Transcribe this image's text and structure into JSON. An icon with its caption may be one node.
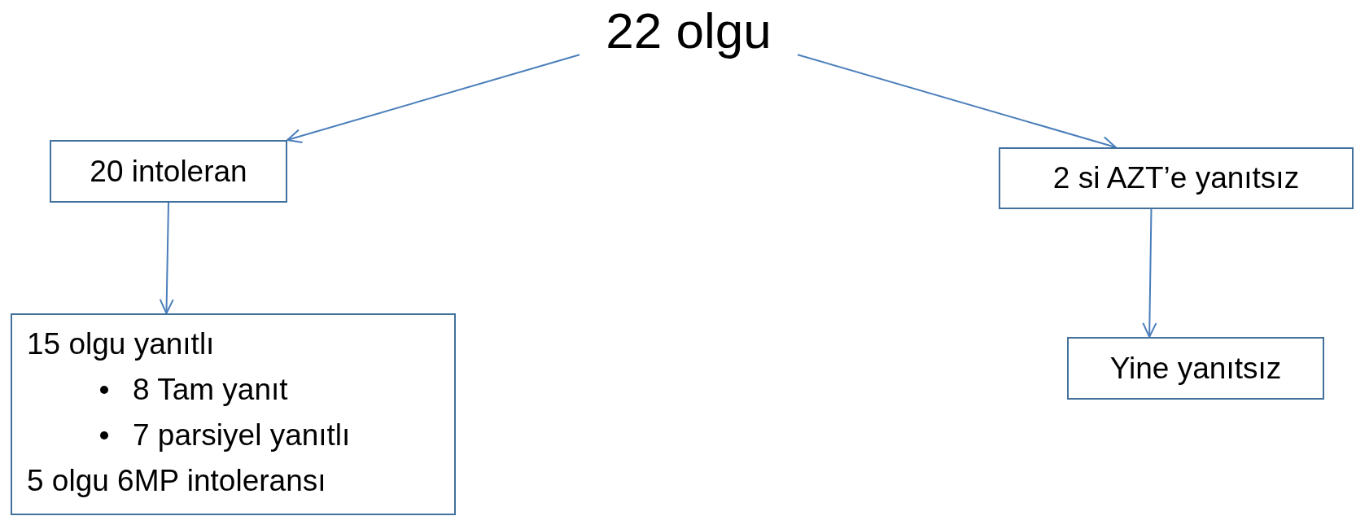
{
  "diagram": {
    "nodes": [
      {
        "text": [
          "22 olgu"
        ]
      },
      {
        "text": [
          "20 intoleran"
        ]
      },
      {
        "text": [
          "2 si AZT’e yanıtsız"
        ]
      },
      {
        "text": [
          "15 olgu yanıtlı",
          "8 Tam yanıt",
          "7 parsiyel yanıtlı",
          "5 olgu 6MP intoleransı"
        ]
      },
      {
        "text": [
          "Yine yanıtsız"
        ]
      }
    ],
    "edges": [
      {
        "from": 0,
        "to": 1,
        "arrow": "to"
      },
      {
        "from": 0,
        "to": 2,
        "arrow": "to"
      },
      {
        "from": 1,
        "to": 3,
        "arrow": "to"
      },
      {
        "from": 2,
        "to": 4,
        "arrow": "to"
      }
    ]
  }
}
